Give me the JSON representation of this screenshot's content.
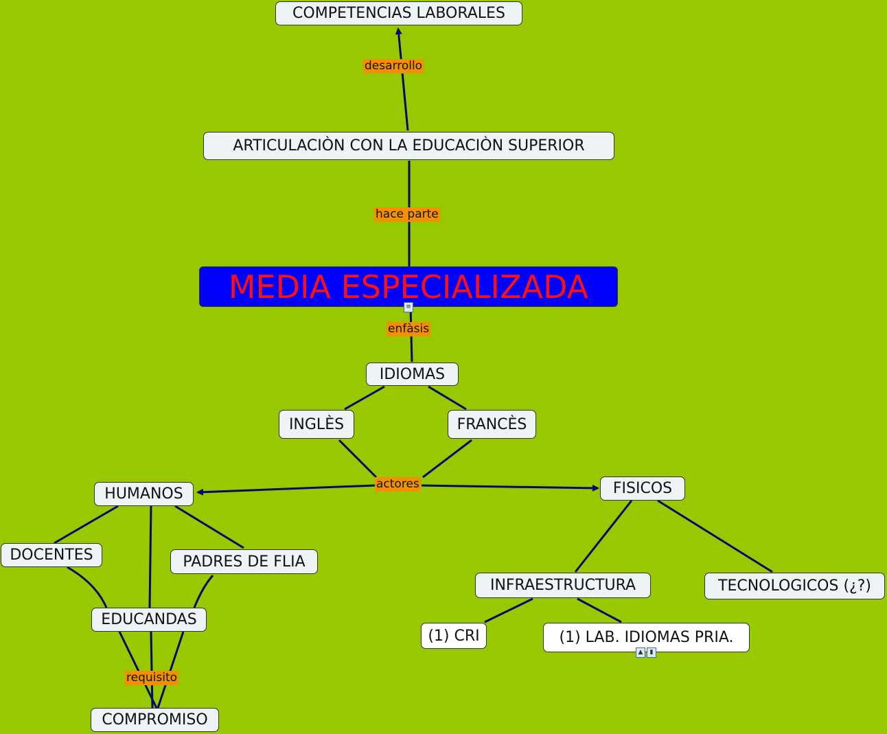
{
  "nodes": {
    "competencias": "COMPETENCIAS LABORALES",
    "articulacion": "ARTICULACIÒN CON LA EDUCACIÒN SUPERIOR",
    "media": "MEDIA ESPECIALIZADA",
    "idiomas": "IDIOMAS",
    "ingles": "INGLÈS",
    "frances": "FRANCÈS",
    "humanos": "HUMANOS",
    "fisicos": "FISICOS",
    "docentes": "DOCENTES",
    "padres": "PADRES DE FLIA",
    "educandas": "EDUCANDAS",
    "compromiso": "COMPROMISO",
    "infraestructura": "INFRAESTRUCTURA",
    "tecnologicos": "TECNOLOGICOS (¿?)",
    "cri": "(1) CRI",
    "lab": "(1) LAB. IDIOMAS PRIA."
  },
  "links": {
    "desarrollo": "desarrollo",
    "hace_parte": "hace parte",
    "enfasis": "enfàsis",
    "actores": "actores",
    "requisito": "requisito"
  },
  "colors": {
    "background": "#98c800",
    "line": "#000b6e",
    "link_label": "#f39000",
    "main_node": "#0000ff",
    "main_text": "#ff1010"
  }
}
